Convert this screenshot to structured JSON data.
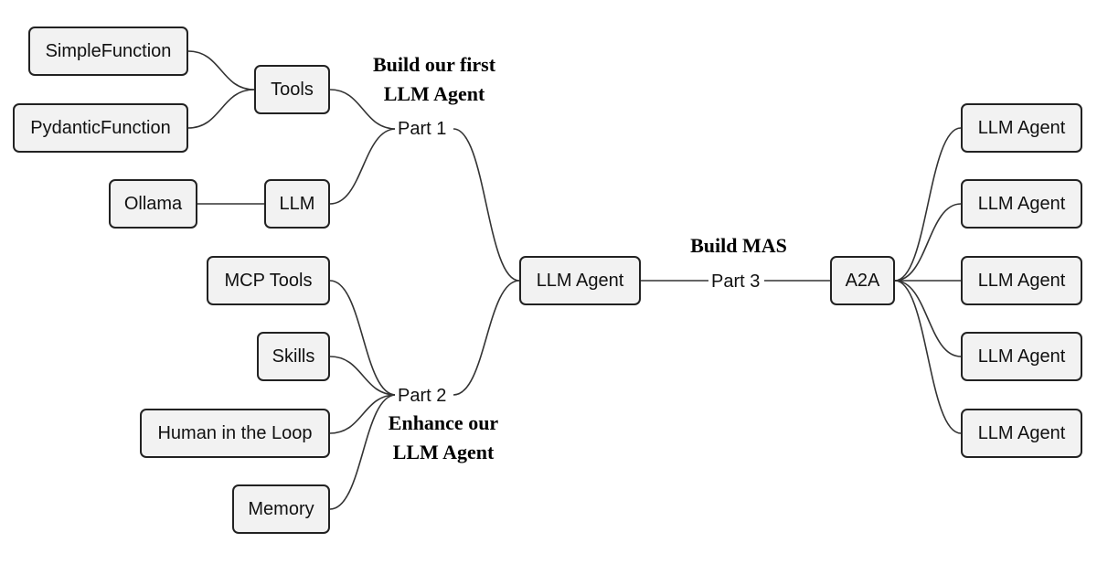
{
  "root": {
    "label": "LLM Agent"
  },
  "parts": {
    "part1": {
      "label": "Part 1",
      "title_lines": [
        "Build our first",
        "LLM Agent"
      ],
      "tools": {
        "label": "Tools",
        "children": [
          "SimpleFunction",
          "PydanticFunction"
        ]
      },
      "llm": {
        "label": "LLM",
        "children": [
          "Ollama"
        ]
      }
    },
    "part2": {
      "label": "Part 2",
      "title_lines": [
        "Enhance our",
        "LLM Agent"
      ],
      "children": [
        "MCP Tools",
        "Skills",
        "Human in the Loop",
        "Memory"
      ]
    },
    "part3": {
      "label": "Part 3",
      "title": "Build MAS",
      "a2a": {
        "label": "A2A",
        "children": [
          "LLM Agent",
          "LLM Agent",
          "LLM Agent",
          "LLM Agent",
          "LLM Agent"
        ]
      }
    }
  }
}
